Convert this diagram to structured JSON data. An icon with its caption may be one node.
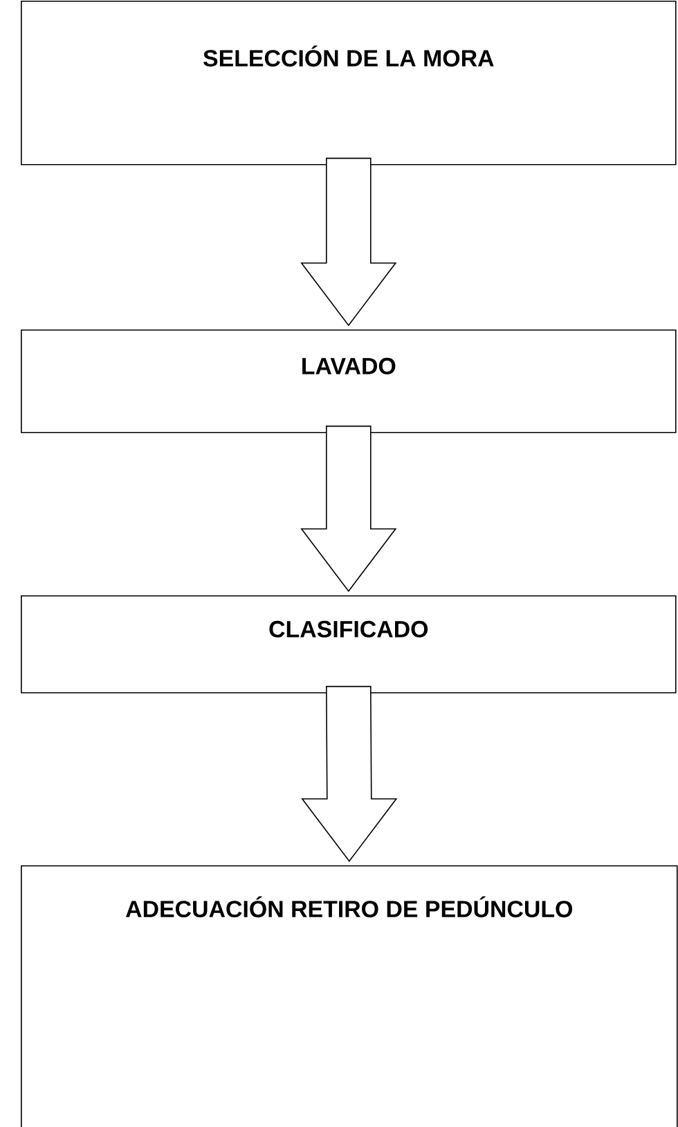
{
  "diagram": {
    "nodes": [
      {
        "text": [
          "SELECCIÓN DE LA MORA"
        ]
      },
      {
        "text": [
          "LAVADO"
        ]
      },
      {
        "text": [
          "CLASIFICADO"
        ]
      },
      {
        "text": [
          "ADECUACIÓN RETIRO DE PEDÚNCULO"
        ]
      }
    ],
    "edges": [
      {
        "from": 0,
        "to": 1,
        "arrow": "to"
      },
      {
        "from": 1,
        "to": 2,
        "arrow": "to"
      },
      {
        "from": 2,
        "to": 3,
        "arrow": "to"
      }
    ]
  }
}
